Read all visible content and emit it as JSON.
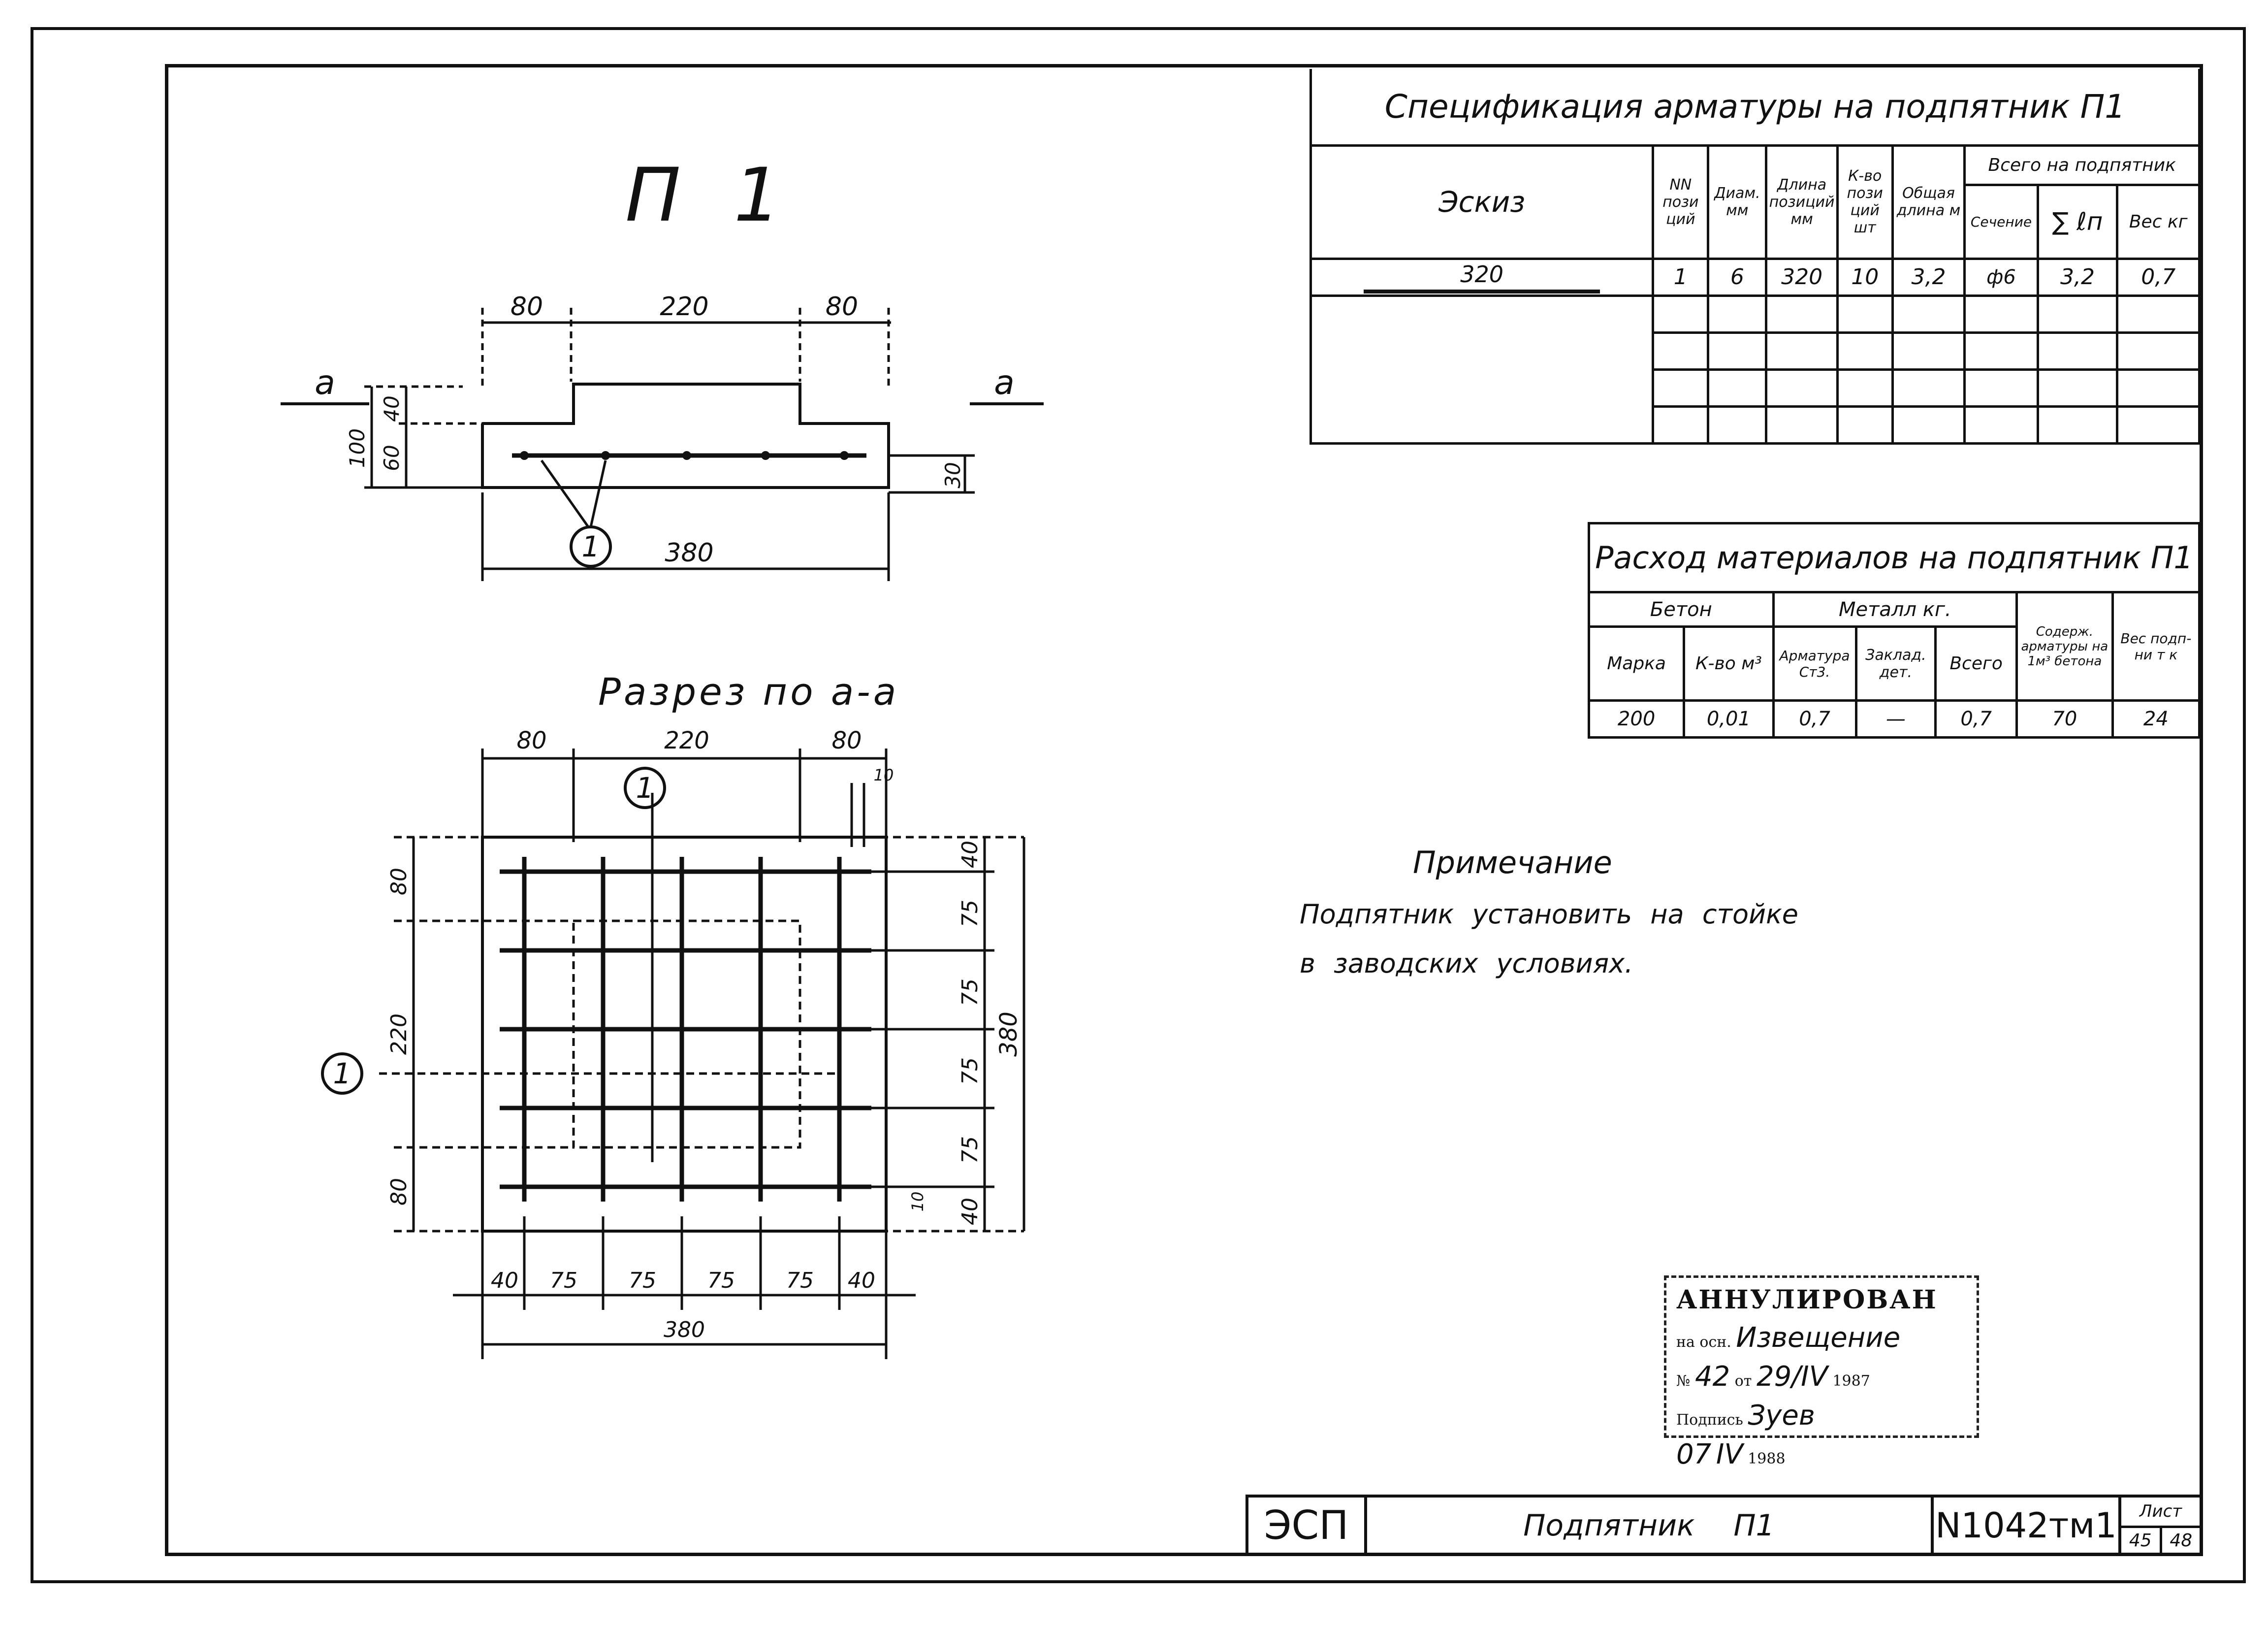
{
  "drawing": {
    "title": "П 1",
    "section_title": "Разрез по а-а",
    "section_marks": [
      "а",
      "а"
    ],
    "position_marker": "1",
    "top_dims": [
      "80",
      "220",
      "80"
    ],
    "bottom_dim": "380",
    "left_dims": [
      "100",
      "40",
      "60"
    ],
    "right_dim": "30",
    "plan_top_dims": [
      "80",
      "220",
      "80"
    ],
    "plan_small_dim": "10",
    "plan_left_dims": [
      "80",
      "220",
      "80"
    ],
    "plan_right_dims": [
      "40",
      "75",
      "75",
      "75",
      "75",
      "40"
    ],
    "plan_right_total": "380",
    "plan_right_small": "10",
    "plan_bottom_dims": [
      "40",
      "75",
      "75",
      "75",
      "75",
      "40"
    ],
    "plan_bottom_total": "380"
  },
  "spec": {
    "title": "Спецификация арматуры на подпятник П1",
    "sketch_header": "Эскиз",
    "sketch_value": "320",
    "col_pos": "NN пози ций",
    "col_diam": "Диам. мм",
    "col_len": "Длина позиций мм",
    "col_qty": "К-во пози ций шт",
    "col_total_len": "Общая длина м",
    "col_group": "Всего на подпятник",
    "col_section": "Сечение",
    "col_sum": "∑ ℓп",
    "col_weight": "Вес кг",
    "row": [
      "1",
      "6",
      "320",
      "10",
      "3,2",
      "ф6",
      "3,2",
      "0,7"
    ]
  },
  "materials": {
    "title": "Расход материалов на подпятник П1",
    "beton": "Бетон",
    "metal": "Металл кг.",
    "content": "Содерж. арматуры на 1м³ бетона",
    "weight": "Вес подп-ни т к",
    "marka": "Марка",
    "qty": "К-во м³",
    "armatura": "Арматура Ст3.",
    "zaklad": "Заклад. дет.",
    "vsego": "Всего",
    "row": [
      "200",
      "0,01",
      "0,7",
      "—",
      "0,7",
      "70",
      "24"
    ]
  },
  "note": {
    "heading": "Примечание",
    "line1": "Подпятник установить на стойке",
    "line2": "в заводских условиях."
  },
  "stamp": {
    "line1": "АННУЛИРОВАН",
    "line2_label": "на осн.",
    "line2_value": "Извещение",
    "line3_no_label": "№",
    "line3_no": "42",
    "line3_date_label": "от",
    "line3_date": "29/IV",
    "line3_year": "1987",
    "line4_label": "Подпись",
    "line4_value": "Зуев",
    "line5_date": "07",
    "line5_month": "IV",
    "line5_year": "1988"
  },
  "title_block": {
    "org": "ЭСП",
    "name": "Подпятник П1",
    "doc_no": "N1042тм1",
    "sheet_label": "Лист",
    "sheet": "45",
    "sheets": "48"
  }
}
